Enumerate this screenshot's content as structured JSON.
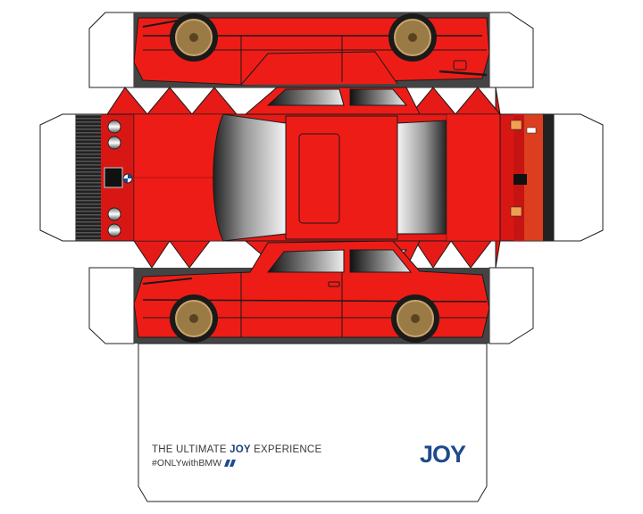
{
  "footer": {
    "tagline_prefix": "THE ULTIMATE ",
    "tagline_emphasis": "JOY",
    "tagline_suffix": " EXPERIENCE",
    "hashtag": "#ONLYwithBMW",
    "logo": "JOY"
  },
  "colors": {
    "body_red": "#ee1c17",
    "panel_red": "#e61a16",
    "outline": "#1a1a1a",
    "wheel_gold": "#9a7a45",
    "brand_blue": "#1f4a8c",
    "paper": "#ffffff"
  },
  "icons": [
    "bmw-roundel-icon",
    "m-badge-icon"
  ]
}
